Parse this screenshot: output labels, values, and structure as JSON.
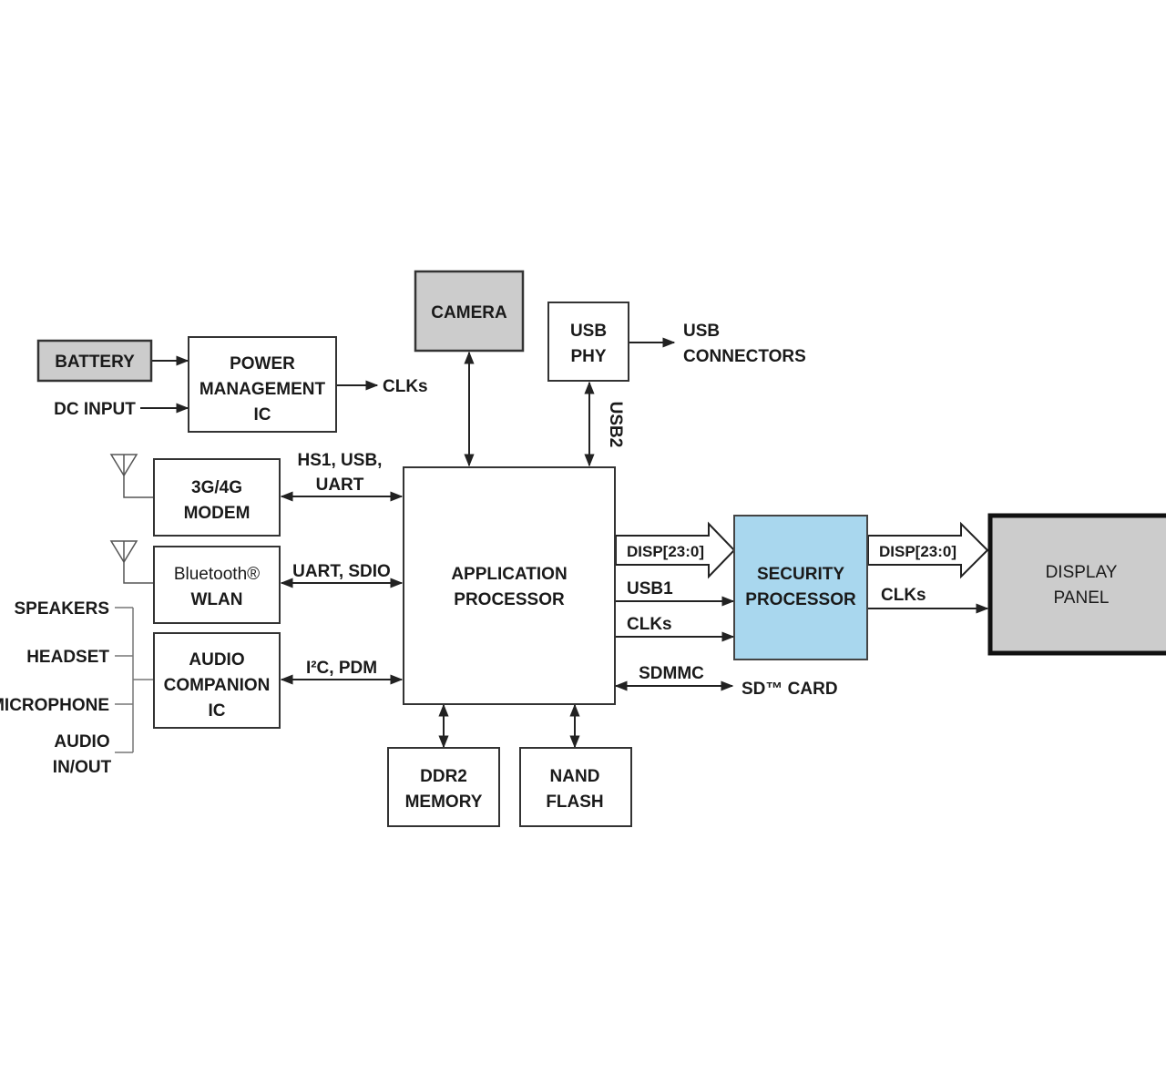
{
  "blocks": {
    "battery": "BATTERY",
    "power_management": [
      "POWER",
      "MANAGEMENT",
      "IC"
    ],
    "camera": "CAMERA",
    "usb_phy": [
      "USB",
      "PHY"
    ],
    "modem": [
      "3G/4G",
      "MODEM"
    ],
    "bt_wlan": [
      "Bluetooth®",
      "WLAN"
    ],
    "audio_companion": [
      "AUDIO",
      "COMPANION",
      "IC"
    ],
    "application_processor": [
      "APPLICATION",
      "PROCESSOR"
    ],
    "security_processor": [
      "SECURITY",
      "PROCESSOR"
    ],
    "display_panel": [
      "DISPLAY",
      "PANEL"
    ],
    "ddr2_memory": [
      "DDR2",
      "MEMORY"
    ],
    "nand_flash": [
      "NAND",
      "FLASH"
    ]
  },
  "labels": {
    "dc_input": "DC INPUT",
    "clks_power": "CLKs",
    "usb_connectors": [
      "USB",
      "CONNECTORS"
    ],
    "usb2": "USB2",
    "modem_bus": [
      "HS1, USB,",
      "UART"
    ],
    "bt_bus": "UART, SDIO",
    "audio_bus": "I²C, PDM",
    "speakers": "SPEAKERS",
    "headset": "HEADSET",
    "microphone": "MICROPHONE",
    "audio_in_out": [
      "AUDIO",
      "IN/OUT"
    ],
    "disp_bus_ap": "DISP[23:0]",
    "usb1": "USB1",
    "clks_ap": "CLKs",
    "sdmmc": "SDMMC",
    "sd_card": "SD™ CARD",
    "disp_bus_sec": "DISP[23:0]",
    "clks_sec": "CLKs"
  },
  "colors": {
    "gray_block": "#cccccc",
    "security_block": "#a9d7ee",
    "line": "#222222"
  }
}
